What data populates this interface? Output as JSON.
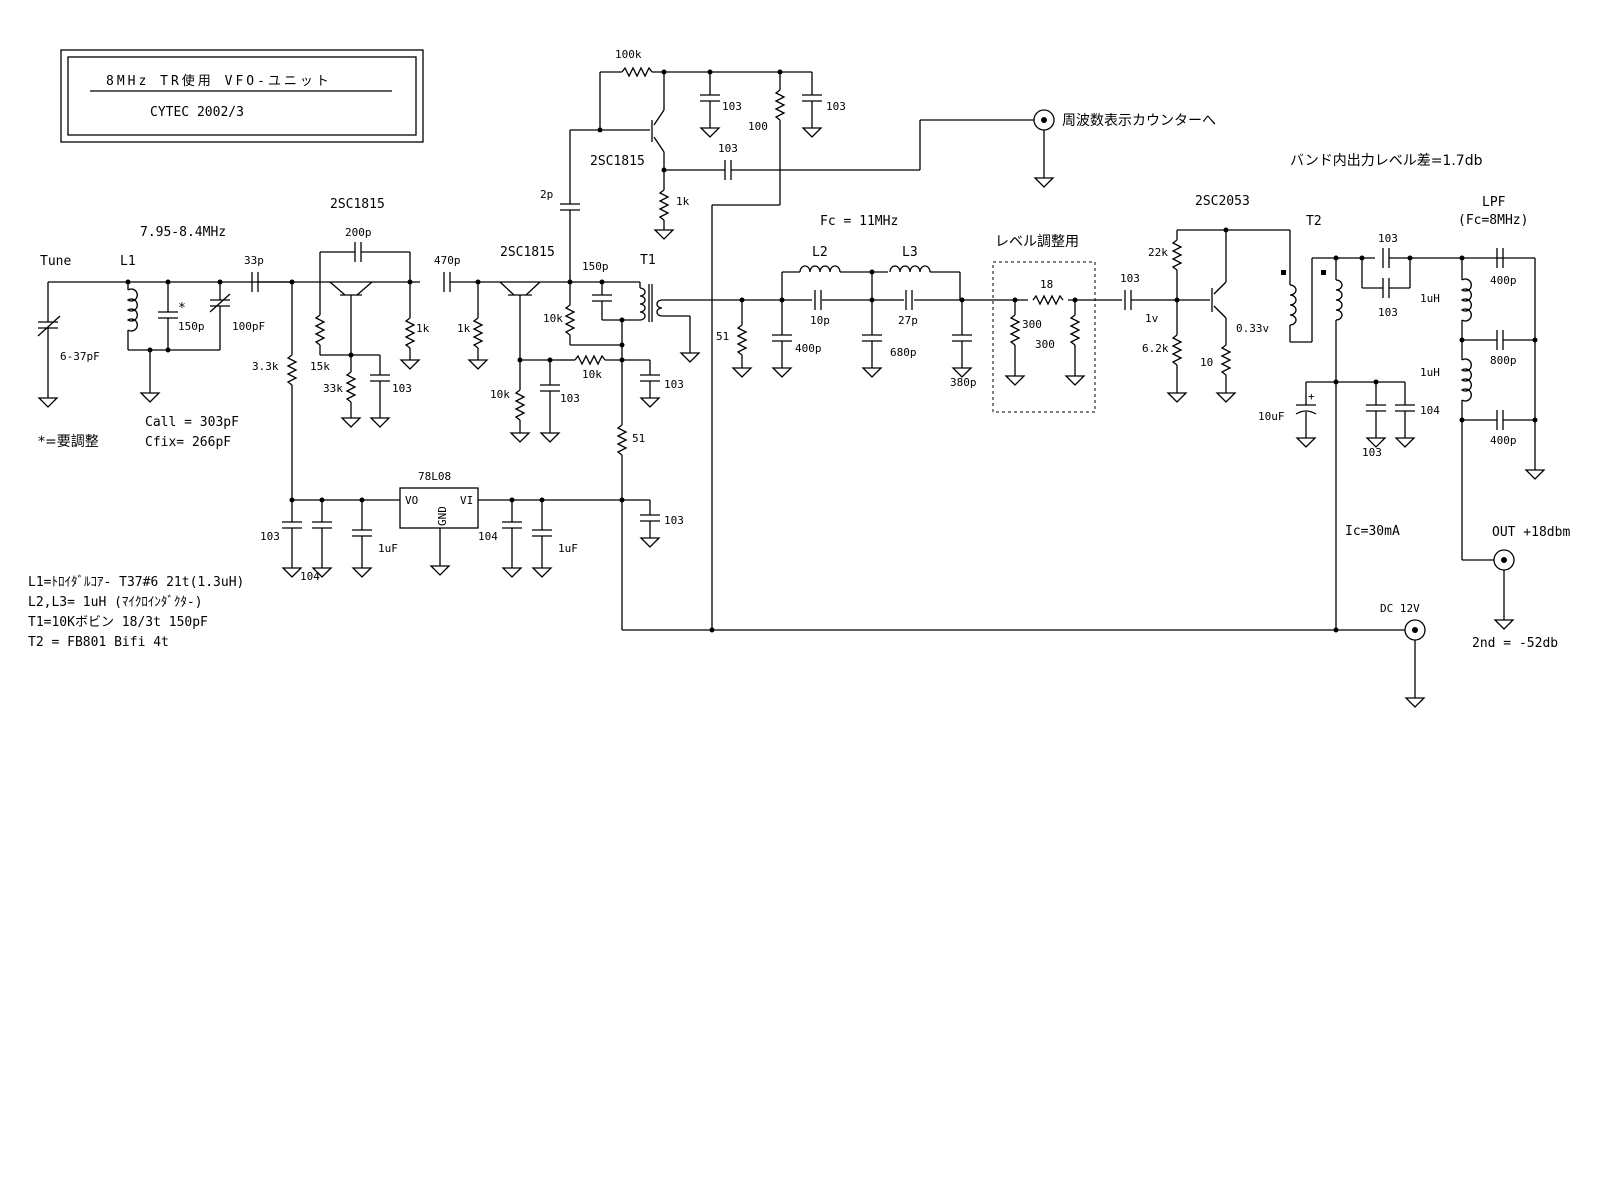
{
  "title_box": {
    "title": "8MHz TR使用 VFO-ユニット",
    "subtitle": "CYTEC 2002/3"
  },
  "notes": {
    "freq_range": "7.95-8.4MHz",
    "tune": "Tune",
    "call": "Call = 303pF",
    "cfix": "Cfix= 266pF",
    "adjust_note": "*=要調整",
    "fc_l2l3": "Fc = 11MHz",
    "level_adjust": "レベル調整用",
    "counter": "周波数表示カウンターへ",
    "band_level": "バンド内出力レベル差=1.7db",
    "lpf": "LPF",
    "lpf_fc": "(Fc=8MHz)",
    "ic": "Ic=30mA",
    "out": "OUT +18dbm",
    "dc": "DC 12V",
    "second": "2nd = -52db"
  },
  "legend": [
    "L1=ﾄﾛｲﾀﾞﾙｺｱ- T37#6 21t(1.3uH)",
    "L2,L3= 1uH (ﾏｲｸﾛｲﾝﾀﾞｸﾀ-)",
    "T1=10Kボビン 18/3t 150pF",
    "T2 = FB801 Bifi  4t"
  ],
  "components": {
    "tune_cap": "6-37pF",
    "l1": "L1",
    "c_star": "*",
    "c150": "150p",
    "c100": "100pF",
    "c33": "33p",
    "q1": "2SC1815",
    "c200": "200p",
    "r15k": "15k",
    "r33k": "33k",
    "c103_q1": "103",
    "r33": "3.3k",
    "c470": "470p",
    "r1k_a": "1k",
    "r1k_b": "1k",
    "q2": "2SC1815",
    "r10k_a": "10k",
    "c150_t1": "150p",
    "t1": "T1",
    "r10k_b": "10k",
    "r10k_c": "10k",
    "c103_a": "103",
    "c103_b": "103",
    "r51": "51",
    "c2p": "2p",
    "q3": "2SC1815",
    "r100k": "100k",
    "c103_c": "103",
    "r100": "100",
    "c103_d": "103",
    "c103_e": "103",
    "r1k_c": "1k",
    "reg": "78L08",
    "reg_vo": "VO",
    "reg_gnd": "GND",
    "reg_vi": "VI",
    "c103_f": "103",
    "c104_a": "104",
    "c1uf_a": "1uF",
    "c104_b": "104",
    "c1uf_b": "1uF",
    "c103_g": "103",
    "r51_b": "51",
    "l2": "L2",
    "l3": "L3",
    "c10p": "10p",
    "c27p": "27p",
    "c400p": "400p",
    "c680p": "680p",
    "c380p": "380p",
    "r18": "18",
    "r300a": "300",
    "r300b": "300",
    "c103_h": "103",
    "q4": "2SC2053",
    "r22k": "22k",
    "r62k": "6.2k",
    "v1": "1v",
    "v033": "0.33v",
    "r10": "10",
    "t2": "T2",
    "c103_i": "103",
    "c103_j": "103",
    "c10uf": "10uF",
    "c103_k": "103",
    "c104_c": "104",
    "l1uh_a": "1uH",
    "l1uh_b": "1uH",
    "c400p_a": "400p",
    "c800p": "800p",
    "c400p_b": "400p"
  }
}
